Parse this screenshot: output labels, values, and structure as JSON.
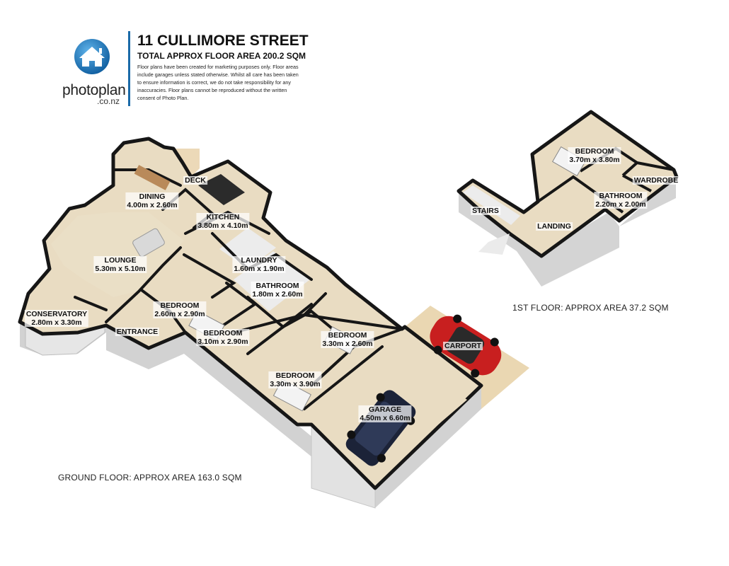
{
  "header": {
    "address": "11 CULLIMORE STREET",
    "total_area": "TOTAL APPROX FLOOR AREA 200.2 SQM",
    "disclaimer": "Floor plans have been created for marketing purposes only. Floor areas include garages unless stated otherwise. Whilst all care has been taken to ensure information is correct, we do not take responsibility for any inaccuracies. Floor plans cannot be reproduced without the written consent of Photo Plan."
  },
  "logo": {
    "name": "photoplan",
    "domain": ".co.nz",
    "icon": "house-icon",
    "color": "#1a6fb5"
  },
  "colors": {
    "floor": "#e9dcc2",
    "wall": "#1a1a1a",
    "wall_side": "#cfcfcf",
    "deck": "#ead7b5",
    "car_red": "#c81f1f",
    "car_navy": "#1c2338"
  },
  "ground_floor": {
    "area_label": "GROUND FLOOR: APPROX AREA 163.0 SQM",
    "rooms": [
      {
        "name": "DECK",
        "dims": ""
      },
      {
        "name": "DINING",
        "dims": "4.00m x 2.60m"
      },
      {
        "name": "KITCHEN",
        "dims": "3.80m x 4.10m"
      },
      {
        "name": "LOUNGE",
        "dims": "5.30m x 5.10m"
      },
      {
        "name": "LAUNDRY",
        "dims": "1.60m x 1.90m"
      },
      {
        "name": "BATHROOM",
        "dims": "1.80m x 2.60m"
      },
      {
        "name": "BEDROOM",
        "dims": "2.60m x 2.90m"
      },
      {
        "name": "CONSERVATORY",
        "dims": "2.80m x 3.30m"
      },
      {
        "name": "ENTRANCE",
        "dims": ""
      },
      {
        "name": "BEDROOM",
        "dims": "3.10m x 2.90m"
      },
      {
        "name": "BEDROOM",
        "dims": "3.30m x 2.60m"
      },
      {
        "name": "CARPORT",
        "dims": ""
      },
      {
        "name": "BEDROOM",
        "dims": "3.30m x 3.90m"
      },
      {
        "name": "GARAGE",
        "dims": "4.50m x 6.60m"
      }
    ]
  },
  "first_floor": {
    "area_label": "1ST FLOOR: APPROX AREA 37.2 SQM",
    "rooms": [
      {
        "name": "BEDROOM",
        "dims": "3.70m x 3.80m"
      },
      {
        "name": "WARDROBE",
        "dims": ""
      },
      {
        "name": "BATHROOM",
        "dims": "2.20m x 2.00m"
      },
      {
        "name": "STAIRS",
        "dims": ""
      },
      {
        "name": "LANDING",
        "dims": ""
      }
    ]
  }
}
